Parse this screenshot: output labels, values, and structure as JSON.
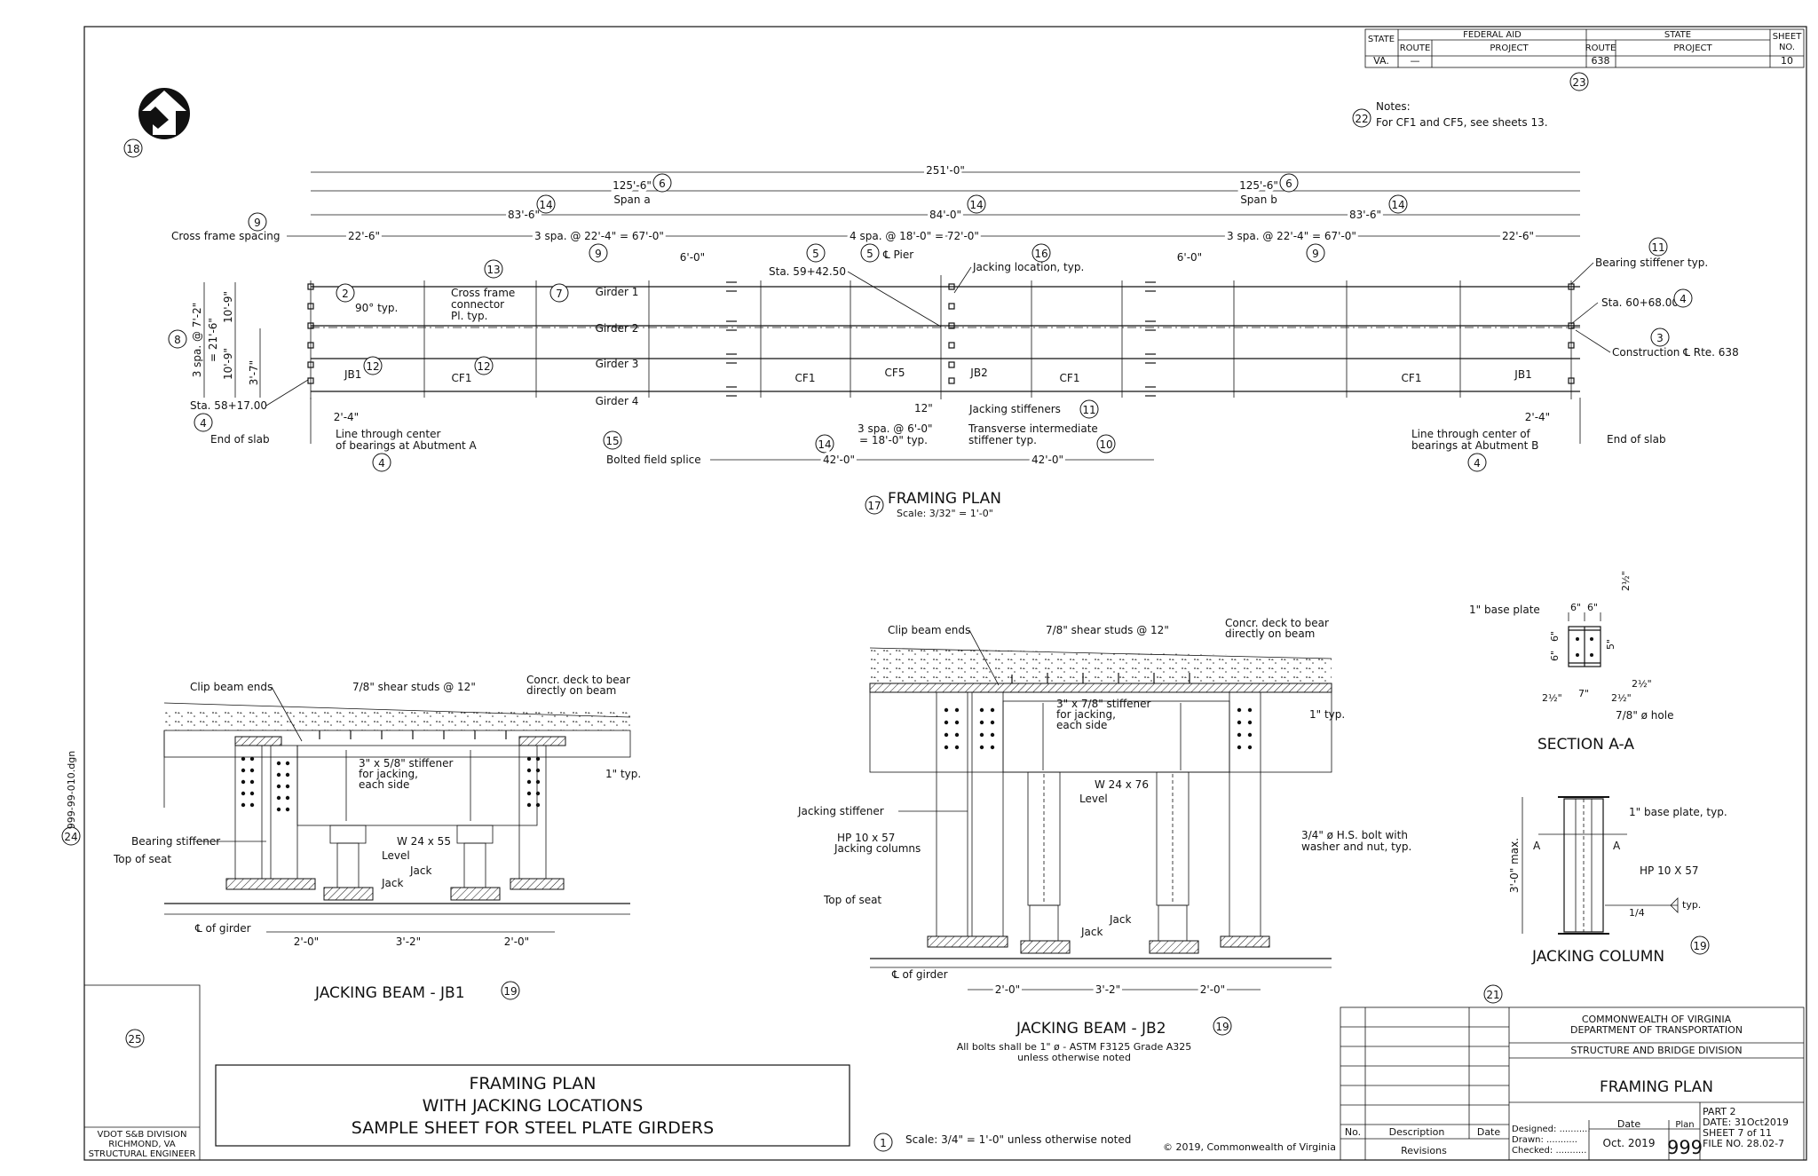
{
  "title_block_top": {
    "state_label": "STATE",
    "federal_aid": "FEDERAL AID",
    "state_head": "STATE",
    "sheet_label": "SHEET",
    "no_label": "NO.",
    "route_label": "ROUTE",
    "project_label": "PROJECT",
    "route2_label": "ROUTE",
    "project2_label": "PROJECT",
    "state_val": "VA.",
    "route_val": "—",
    "state_route_val": "638",
    "sheet_val": "10"
  },
  "notes": {
    "heading": "Notes:",
    "line1": "For CF1 and CF5, see sheets 13."
  },
  "callouts": {
    "c1": "1",
    "c2": "2",
    "c3": "3",
    "c4": "4",
    "c5": "5",
    "c6": "6",
    "c7": "7",
    "c8": "8",
    "c9": "9",
    "c10": "10",
    "c11": "11",
    "c12": "12",
    "c13": "13",
    "c14": "14",
    "c15": "15",
    "c16": "16",
    "c17": "17",
    "c18": "18",
    "c19": "19",
    "c21": "21",
    "c22": "22",
    "c23": "23",
    "c24": "24",
    "c25": "25"
  },
  "framing": {
    "total": "251'-0\"",
    "span_a_len": "125'-6\"",
    "span_a": "Span a",
    "span_b_len": "125'-6\"",
    "span_b": "Span b",
    "seg1": "83'-6\"",
    "seg2": "84'-0\"",
    "seg3": "83'-6\"",
    "cross_frame_spacing": "Cross frame spacing",
    "d_22_6": "22'-6\"",
    "d_3spa_a": "3 spa. @ 22'-4\" = 67'-0\"",
    "d_6_0_a": "6'-0\"",
    "d_4spa": "4 spa. @ 18'-0\" = 72'-0\"",
    "d_6_0_b": "6'-0\"",
    "d_3spa_b": "3 spa. @ 22'-4\" = 67'-0\"",
    "d_22_6_b": "22'-6\"",
    "pier": "℄ Pier",
    "sta_pier": "Sta. 59+42.50",
    "jacking_location": "Jacking location, typ.",
    "bearing_stiffener": "Bearing stiffener typ.",
    "sta_end": "Sta. 60+68.00",
    "construction": "Construction ℄ Rte. 638",
    "angle": "90° typ.",
    "cross_frame_conn_1": "Cross frame",
    "cross_frame_conn_2": "connector",
    "cross_frame_conn_3": "Pl. typ.",
    "girder1": "Girder 1",
    "girder2": "Girder 2",
    "girder3": "Girder 3",
    "girder4": "Girder 4",
    "vdim1": "3 spa. @ 7'-2\"",
    "vdim2": "= 21'-6\"",
    "vdim3": "10'-9\"",
    "vdim4": "10'-9\"",
    "vdim5": "3'-7\"",
    "jb1": "JB1",
    "cf1_a": "CF1",
    "cf5": "CF5",
    "jb2": "JB2",
    "cf1_b": "CF1",
    "cf1_c": "CF1",
    "jb1_b": "JB1",
    "sta_start": "Sta. 58+17.00",
    "d_2_4": "2'-4\"",
    "d_12": "12\"",
    "jacking_stiffeners": "Jacking stiffeners",
    "d_2_4_b": "2'-4\"",
    "end_of_slab": "End of slab",
    "line_a_1": "Line through center",
    "line_a_2": "of bearings at Abutment A",
    "spa_3_1": "3 spa. @ 6'-0\"",
    "spa_3_2": "= 18'-0\" typ.",
    "transverse_1": "Transverse intermediate",
    "transverse_2": "stiffener typ.",
    "line_b_1": "Line through center of",
    "line_b_2": "bearings at Abutment B",
    "end_of_slab_b": "End of slab",
    "bolted_splice": "Bolted field splice",
    "d_42_a": "42'-0\"",
    "d_42_b": "42'-0\"",
    "plan_title": "FRAMING PLAN",
    "plan_scale": "Scale: 3/32\" = 1'-0\""
  },
  "jb1": {
    "clip": "Clip beam ends",
    "studs": "7/8\" shear studs @ 12\"",
    "deck_1": "Concr. deck to bear",
    "deck_2": "directly on beam",
    "one_typ": "1\" typ.",
    "stiff_1": "3\" x 5/8\" stiffener",
    "stiff_2": "for jacking,",
    "stiff_3": "each side",
    "bearing": "Bearing stiffener",
    "w24": "W 24 x 55",
    "level": "Level",
    "top_seat": "Top of seat",
    "jack1": "Jack",
    "jack2": "Jack",
    "cl_girder": "℄ of girder",
    "d1": "2'-0\"",
    "d2": "3'-2\"",
    "d3": "2'-0\"",
    "title": "JACKING BEAM - JB1"
  },
  "jb2": {
    "clip": "Clip beam ends",
    "studs": "7/8\" shear studs @ 12\"",
    "deck_1": "Concr. deck to bear",
    "deck_2": "directly on beam",
    "one_typ": "1\" typ.",
    "stiff_1": "3\" x 7/8\" stiffener",
    "stiff_2": "for jacking,",
    "stiff_3": "each side",
    "w24": "W 24 x 76",
    "level": "Level",
    "jacking_stiffener": "Jacking stiffener",
    "hp_1": "HP 10 x 57",
    "hp_2": "Jacking columns",
    "bolt_1": "3/4\" ø H.S. bolt with",
    "bolt_2": "washer and nut, typ.",
    "top_seat": "Top of seat",
    "jack1": "Jack",
    "jack2": "Jack",
    "cl_girder": "℄ of girder",
    "d1": "2'-0\"",
    "d2": "3'-2\"",
    "d3": "2'-0\"",
    "title": "JACKING BEAM - JB2",
    "note_1": "All bolts shall be 1\" ø - ASTM F3125 Grade A325",
    "note_2": "unless otherwise noted"
  },
  "section_aa": {
    "base": "1\" base plate",
    "d6a": "6\"",
    "d6b": "6\"",
    "d6c": "6\"",
    "d6d": "6\"",
    "d5": "5\"",
    "d212a": "2½\"",
    "d7": "7\"",
    "d212b": "2½\"",
    "d212c": "2½\"",
    "hole": "7/8\" ø hole",
    "title": "SECTION A-A"
  },
  "jacking_column": {
    "base": "1\" base plate, typ.",
    "hp": "HP 10 X 57",
    "max": "3'-0\" max.",
    "weld": "1/4",
    "typ": "typ.",
    "a1": "A",
    "a2": "A",
    "title": "JACKING COLUMN"
  },
  "left_block": {
    "line1": "VDOT S&B DIVISION",
    "line2": "RICHMOND, VA",
    "line3": "STRUCTURAL ENGINEER"
  },
  "filename": "999-99-010.dgn",
  "sheet_title": {
    "line1": "FRAMING PLAN",
    "line2": "WITH JACKING LOCATIONS",
    "line3": "SAMPLE SHEET FOR STEEL PLATE GIRDERS"
  },
  "scale_note": "Scale: 3/4\" = 1'-0\" unless otherwise noted",
  "copyright": "© 2019, Commonwealth of Virginia",
  "title_block": {
    "org1": "COMMONWEALTH OF VIRGINIA",
    "org2": "DEPARTMENT OF TRANSPORTATION",
    "division": "STRUCTURE AND BRIDGE DIVISION",
    "drawing_title": "FRAMING PLAN",
    "no": "No.",
    "description": "Description",
    "date": "Date",
    "revisions": "Revisions",
    "designed": "Designed: ...........",
    "drawn": "Drawn: ...........",
    "checked": "Checked: ...........",
    "date_label": "Date",
    "date_val": "Oct. 2019",
    "plan_label": "Plan",
    "plan_no": "999",
    "part": "PART 2",
    "date_line": "DATE: 31Oct2019",
    "sheet_of": "SHEET 7 of 11",
    "file_no": "FILE NO. 28.02-7"
  }
}
